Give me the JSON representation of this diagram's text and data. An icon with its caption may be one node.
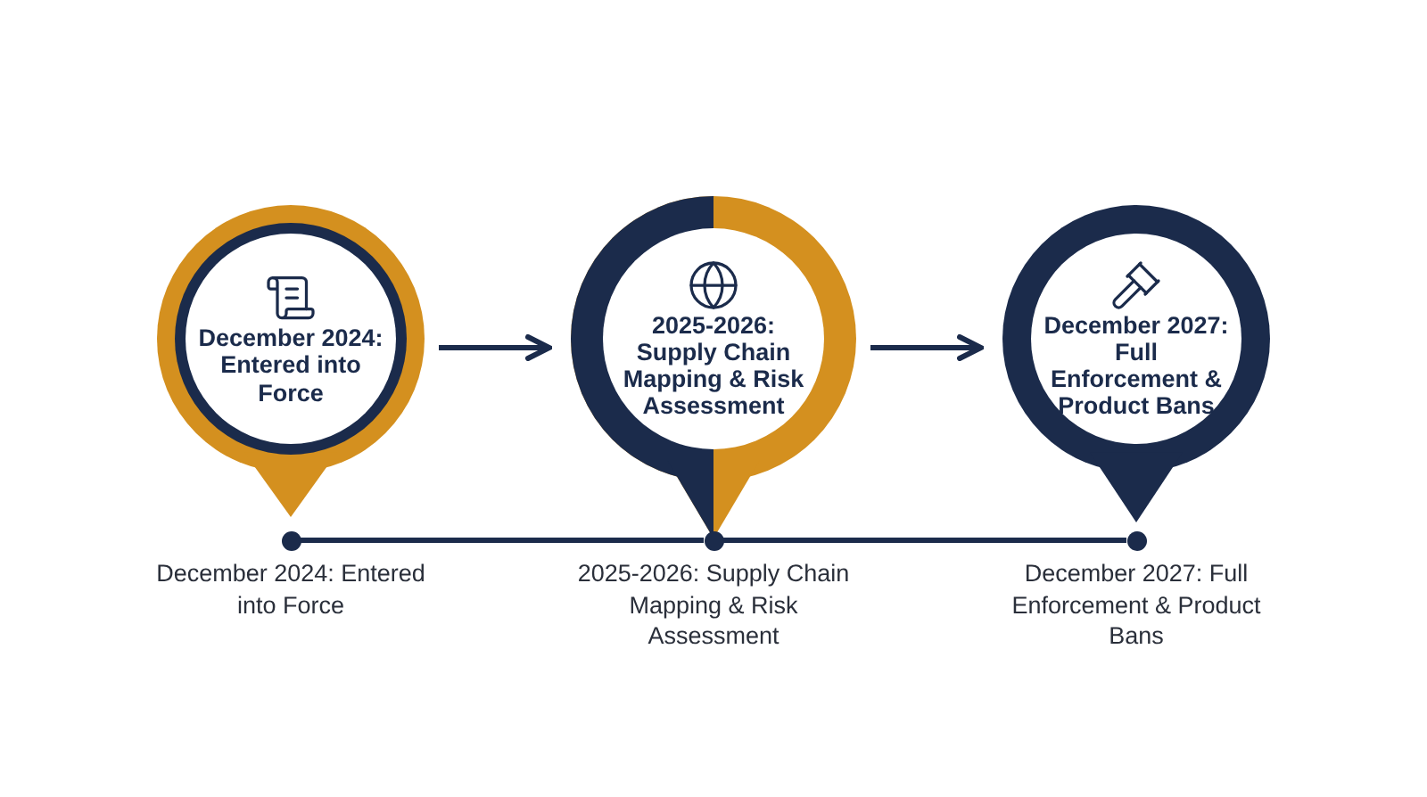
{
  "diagram": {
    "nodes": [
      {
        "text": [
          "December 2024: Entered into Force"
        ]
      },
      {
        "text": [
          "2025-2026: Supply Chain Mapping & Risk Assessment"
        ]
      },
      {
        "text": [
          "December 2027: Full Enforcement & Product Bans"
        ]
      },
      {
        "text": [],
        "shape": "circle",
        "beside": [
          "December 2024: Entered into Force"
        ]
      },
      {
        "text": [],
        "shape": "circle",
        "beside": [
          "2025-2026: Supply Chain Mapping & Risk Assessment"
        ]
      },
      {
        "text": [],
        "shape": "circle",
        "beside": [
          "December 2027: Full Enforcement & Product Bans"
        ]
      }
    ],
    "edges": [
      {
        "from": 0,
        "to": 1,
        "arrow": "to"
      },
      {
        "from": 1,
        "to": 2,
        "arrow": "to"
      },
      {
        "from": 3,
        "to": 4,
        "arrow": "none"
      },
      {
        "from": 4,
        "to": 5,
        "arrow": "none"
      }
    ]
  }
}
